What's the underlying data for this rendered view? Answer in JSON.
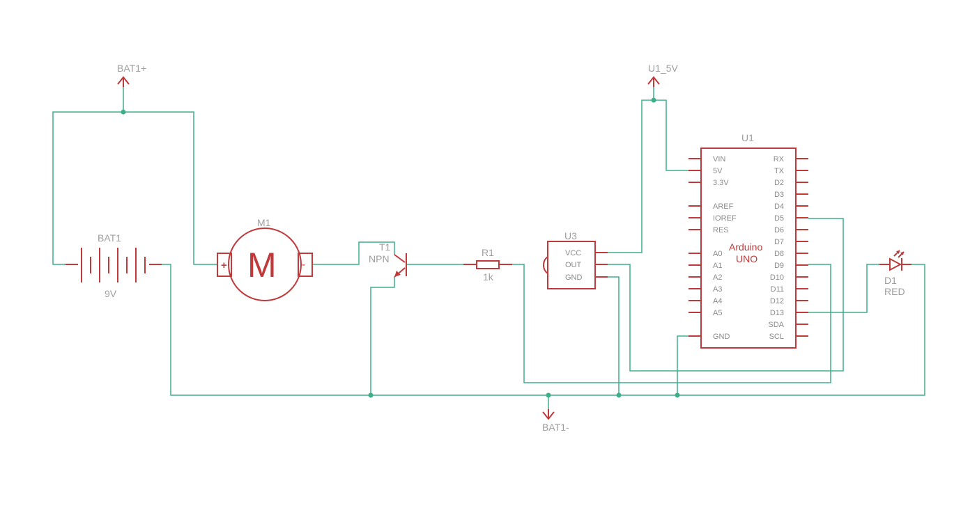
{
  "power": {
    "bat_plus": "BAT1+",
    "bat_minus": "BAT1-",
    "u1_5v": "U1_5V"
  },
  "battery": {
    "ref": "BAT1",
    "value": "9V"
  },
  "motor": {
    "ref": "M1",
    "symbol": "M",
    "plus": "+",
    "minus": "-"
  },
  "transistor": {
    "ref": "T1",
    "type": "NPN"
  },
  "resistor": {
    "ref": "R1",
    "value": "1k"
  },
  "sensor": {
    "ref": "U3",
    "pins": [
      "VCC",
      "OUT",
      "GND"
    ]
  },
  "arduino": {
    "ref": "U1",
    "name_line1": "Arduino",
    "name_line2": "UNO",
    "left_pins": [
      "VIN",
      "5V",
      "3.3V",
      "AREF",
      "IOREF",
      "RES",
      "A0",
      "A1",
      "A2",
      "A3",
      "A4",
      "A5",
      "GND"
    ],
    "right_pins": [
      "RX",
      "TX",
      "D2",
      "D3",
      "D4",
      "D5",
      "D6",
      "D7",
      "D8",
      "D9",
      "D10",
      "D11",
      "D12",
      "D13",
      "SDA",
      "SCL"
    ]
  },
  "led": {
    "ref": "D1",
    "color": "RED"
  },
  "colors": {
    "wire": "#3daf86",
    "component": "#c0393b",
    "label": "#9e9e9e"
  }
}
